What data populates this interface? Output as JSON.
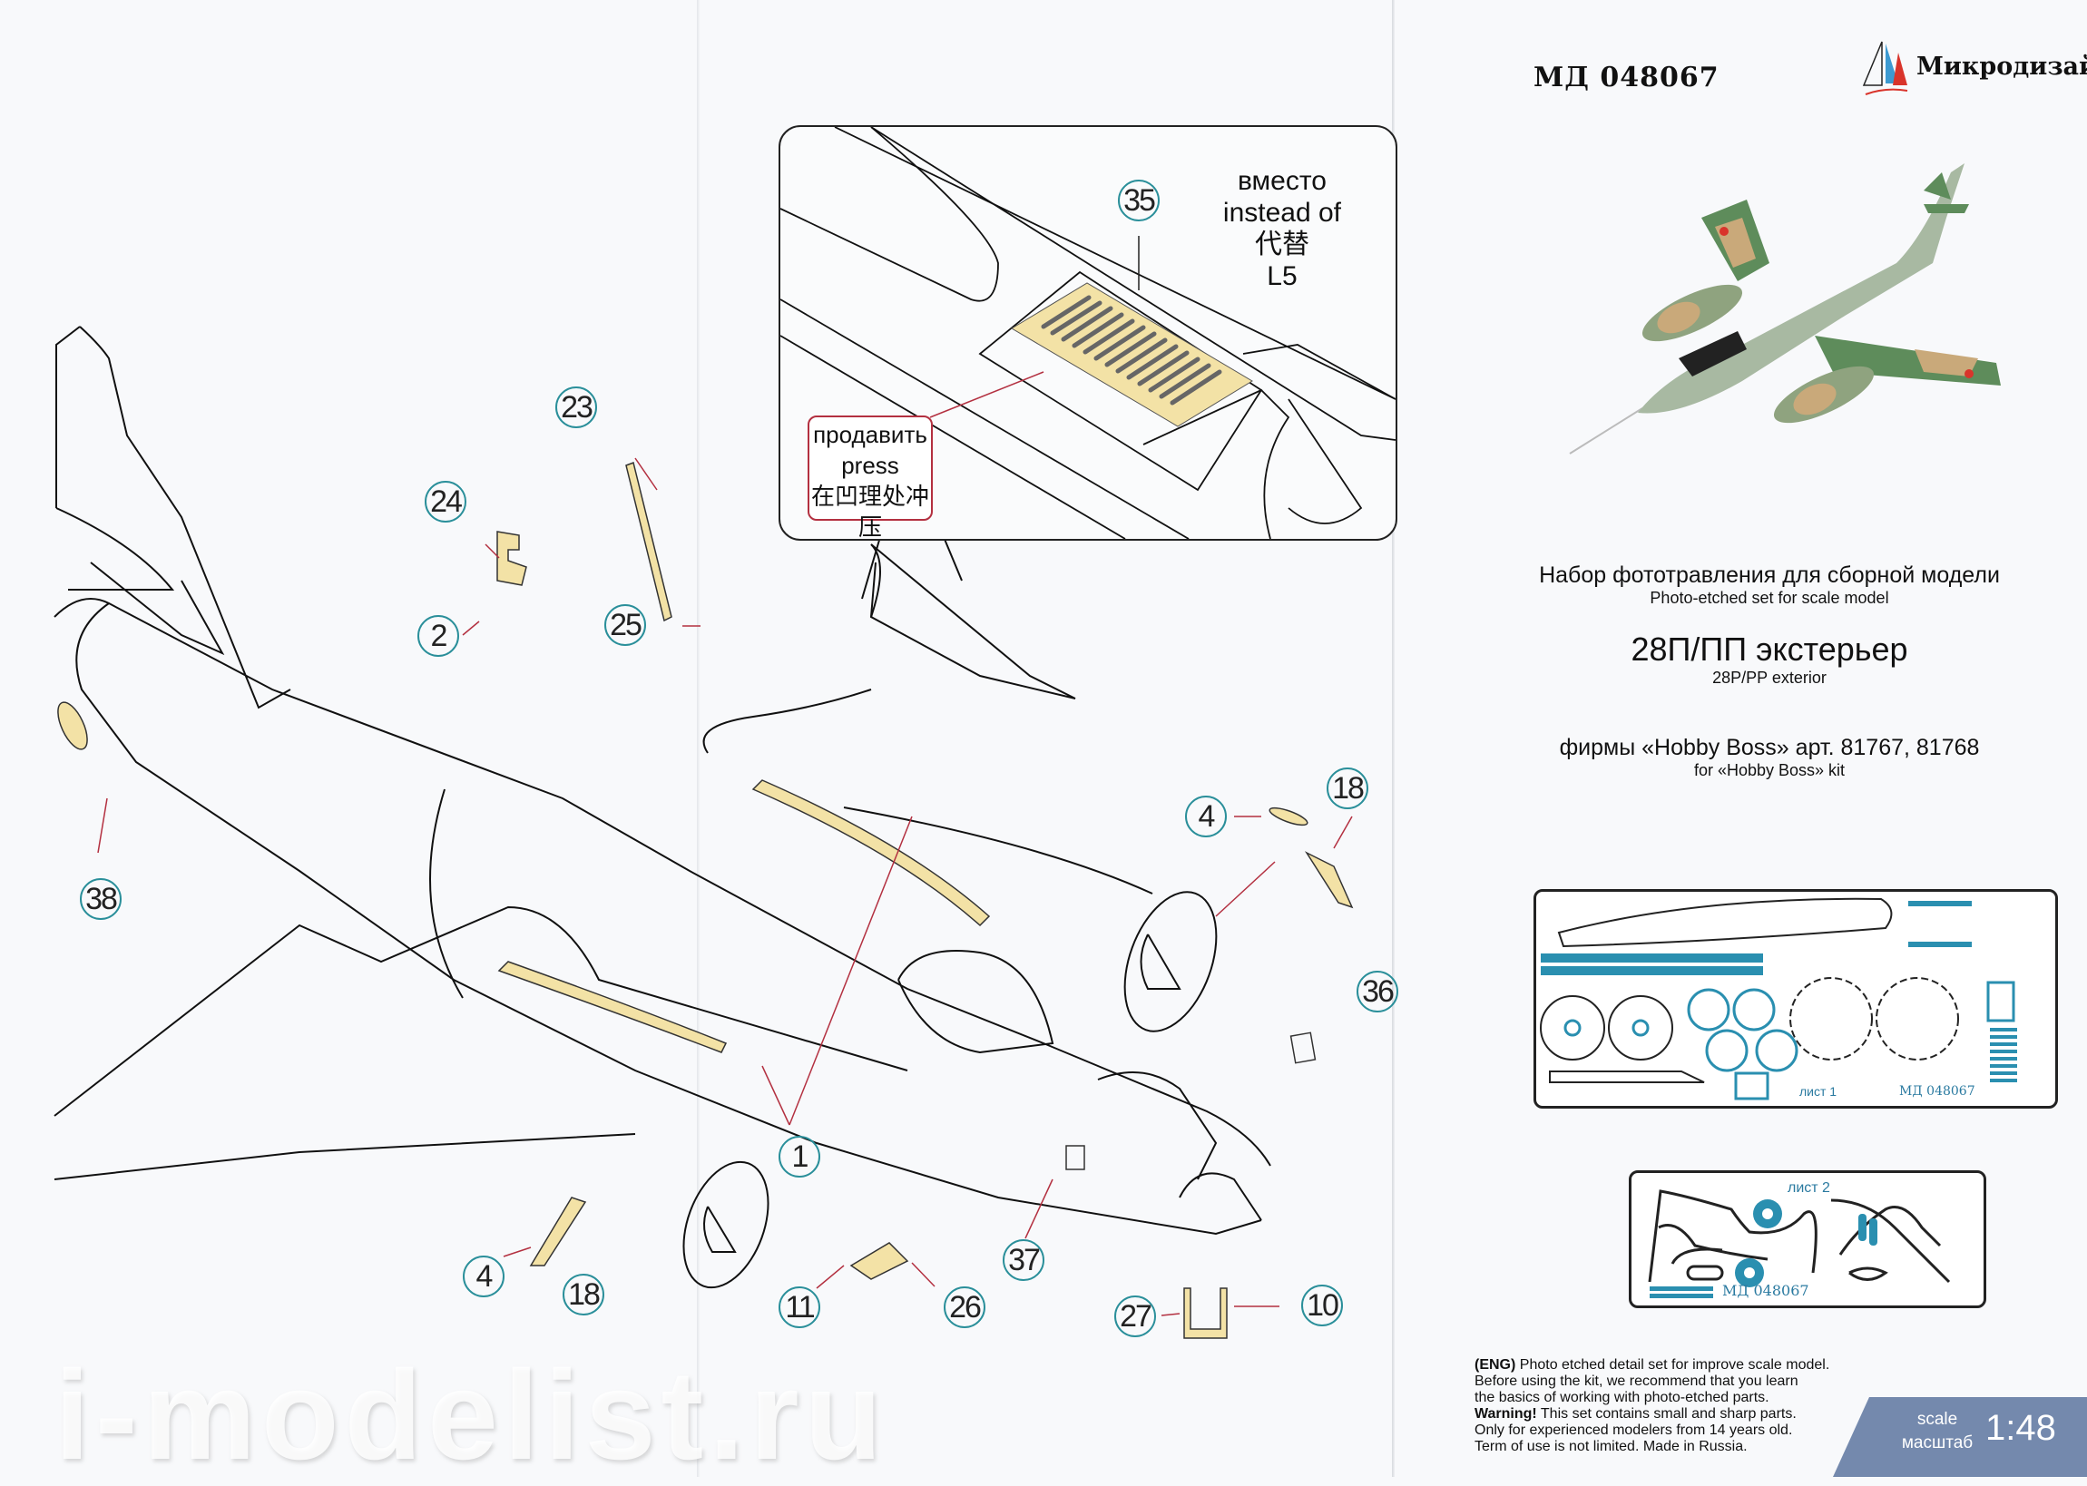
{
  "header": {
    "article_code": "МД 048067",
    "brand": "Микродизайн"
  },
  "titles": {
    "set_ru": "Набор фототравления для сборной модели",
    "set_en": "Photo-etched set for scale model",
    "product_ru": "28П/ПП экстерьер",
    "product_en": "28P/PP exterior",
    "kit_ru": "фирмы «Hobby Boss» арт. 81767, 81768",
    "kit_en": "for «Hobby Boss» kit"
  },
  "inset": {
    "callout": "35",
    "note_ru": "вместо",
    "note_en": "instead of",
    "note_zh": "代替",
    "note_part": "L5",
    "press_ru": "продавить",
    "press_en": "press",
    "press_zh": "在凹理处冲压"
  },
  "callouts": [
    "23",
    "24",
    "2",
    "25",
    "38",
    "4",
    "18",
    "36",
    "1",
    "37",
    "11",
    "26",
    "27",
    "10",
    "4",
    "18"
  ],
  "sheets": {
    "sheet1_label": "лист 1",
    "sheet1_code": "МД 048067",
    "sheet2_label": "лист 2",
    "sheet2_code": "МД 048067"
  },
  "footer": {
    "eng_tag": "(ENG)",
    "line1": " Photo etched detail set for improve scale model.",
    "line2": "Before using the kit, we recommend that you learn",
    "line3": "the basics of working with photo-etched parts.",
    "warning_tag": "Warning!",
    "line4": " This set contains small and sharp parts.",
    "line5": "Only for experienced modelers from 14 years old.",
    "line6": "Term of use is not limited. Made in Russia."
  },
  "scale": {
    "label_en": "scale",
    "label_ru": "масштаб",
    "value": "1:48"
  },
  "watermark": "i-modelist.ru",
  "colors": {
    "callout_ring": "#2a8f9a",
    "arrow": "#b33040",
    "brass": "#f3e2a6",
    "etch_blue": "#2a8fb0",
    "scale_badge": "#7489ad",
    "logo_blue": "#3d9ad1",
    "logo_red": "#d9342b"
  }
}
